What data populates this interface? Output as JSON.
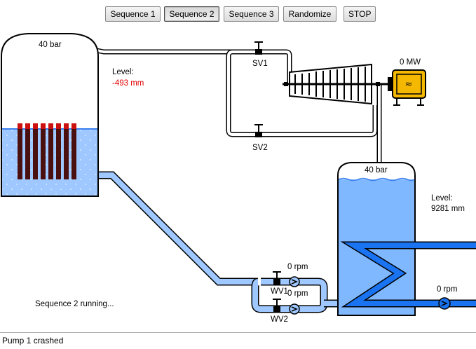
{
  "toolbar": {
    "buttons": [
      {
        "label": "Sequence 1",
        "active": false
      },
      {
        "label": "Sequence 2",
        "active": true
      },
      {
        "label": "Sequence 3",
        "active": false
      },
      {
        "label": "Randomize",
        "active": false
      },
      {
        "label": "STOP",
        "active": false
      }
    ]
  },
  "reactor": {
    "pressure": "40 bar",
    "level_label": "Level:",
    "level_value": "-493 mm",
    "rod_count": 8
  },
  "valves": {
    "sv1": "SV1",
    "sv2": "SV2",
    "wv1": "WV1",
    "wv2": "WV2"
  },
  "generator": {
    "power": "0 MW"
  },
  "condenser": {
    "pressure": "40 bar",
    "level_label": "Level:",
    "level_value": "9281 mm"
  },
  "pumps": {
    "pump1_speed": "0 rpm",
    "pump2_speed": "0 rpm",
    "condenser_pump_speed": "0 rpm"
  },
  "sequence_message": "Sequence 2 running...",
  "status": "Pump 1 crashed",
  "colors": {
    "water": "#9ec8ff",
    "water_dark": "#3a7ff0",
    "cooling_pipe": "#1a73f0",
    "rod": "#4a0f0f",
    "rod_top": "#cc1010",
    "generator": "#f5b800",
    "alert": "#e00000"
  }
}
